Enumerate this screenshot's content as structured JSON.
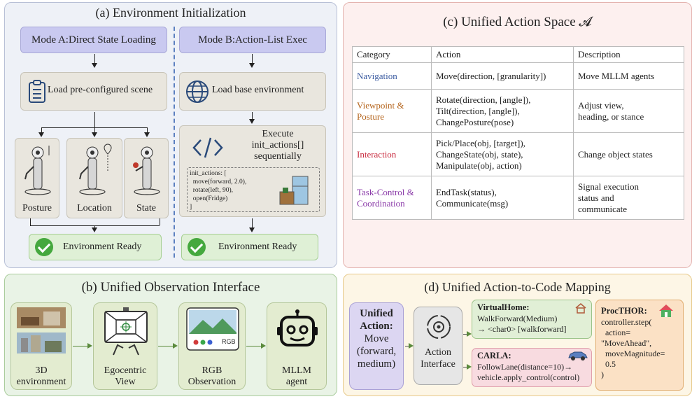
{
  "panel_a": {
    "title": "(a) Environment Initialization",
    "mode_a": "Mode A:Direct State Loading",
    "mode_b": "Mode B:Action-List Exec",
    "load_scene": "Load pre-configured scene",
    "load_base": "Load base environment",
    "execute_label": "Execute\ninit_actions[]\nsequentially",
    "code": "init_actions: [\n  move(forward, 2.0),\n  rotate(left, 90),\n  open(Fridge)\n]",
    "robots": [
      "Posture",
      "Location",
      "State"
    ],
    "ready_left": "Environment Ready",
    "ready_right": "Environment Ready"
  },
  "panel_b": {
    "title": "(b) Unified Observation Interface",
    "steps": [
      "3D\nenvironment",
      "Egocentric\nView",
      "RGB\nObservation",
      "MLLM\nagent"
    ],
    "rgb_tag": "RGB"
  },
  "panel_c": {
    "title": "(c) Unified Action Space 𝓐",
    "headers": [
      "Category",
      "Action",
      "Description"
    ],
    "rows": [
      {
        "category": "Navigation",
        "color": "#3a5aa0",
        "action": "Move(direction, [granularity])",
        "description": "Move MLLM agents"
      },
      {
        "category": "Viewpoint &\nPosture",
        "color": "#b5651d",
        "action": "Rotate(direction, [angle]),\nTilt(direction, [angle]),\nChangePosture(pose)",
        "description": "Adjust view,\nheading, or stance"
      },
      {
        "category": "Interaction",
        "color": "#c8283c",
        "action": "Pick/Place(obj, [target]),\nChangeState(obj, state),\nManipulate(obj, action)",
        "description": "Change object states"
      },
      {
        "category": "Task-Control &\nCoordination",
        "color": "#8a3aa8",
        "action": "EndTask(status),\nCommunicate(msg)",
        "description": "Signal execution\nstatus and\ncommunicate"
      }
    ]
  },
  "panel_d": {
    "title": "(d) Unified Action-to-Code Mapping",
    "unified_bold": "Unified\nAction:",
    "unified_text": "Move\n(forward,\nmedium)",
    "interface": "Action\nInterface",
    "virtualhome_title": "VirtualHome:",
    "virtualhome_code": "WalkForward(Medium)\n→ <char0> [walkforward]",
    "carla_title": "CARLA:",
    "carla_code": "FollowLane(distance=10)→\nvehicle.apply_control(control)",
    "procthor_title": "ProcTHOR:",
    "procthor_code": "controller.step(\n  action=\n\"MoveAhead\",\n  moveMagnitude=\n  0.5\n)"
  },
  "colors": {
    "panel_a_bg": "#eef1f7",
    "panel_b_bg": "#e9f3e6",
    "panel_c_bg": "#fdf0ef",
    "panel_d_bg": "#fdf6e6"
  }
}
